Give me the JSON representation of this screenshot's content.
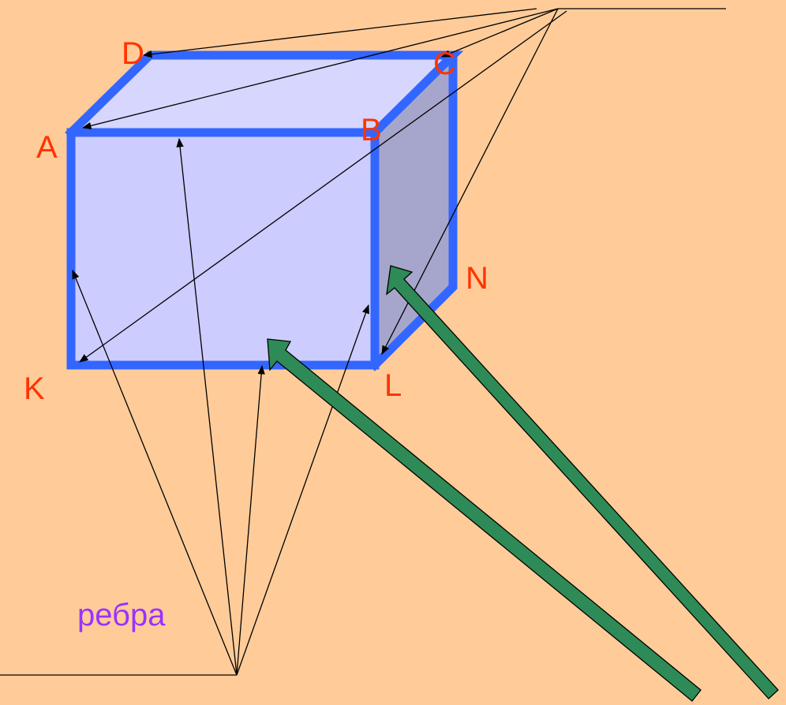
{
  "colors": {
    "background": "#FFCC99",
    "cube_edge": "#3366FF",
    "front_face": "#CCCCFF",
    "top_face": "#D6D6FF",
    "side_face": "#A6A6CC",
    "vertex_label": "#FF3300",
    "caption_label": "#9933FF",
    "pointer_line": "#000000",
    "big_arrow_fill": "#2E8B57",
    "big_arrow_outline": "#000000"
  },
  "vertices": {
    "A": "A",
    "B": "B",
    "C": "C",
    "D": "D",
    "K": "K",
    "L": "L",
    "N": "N"
  },
  "caption": "ребра"
}
